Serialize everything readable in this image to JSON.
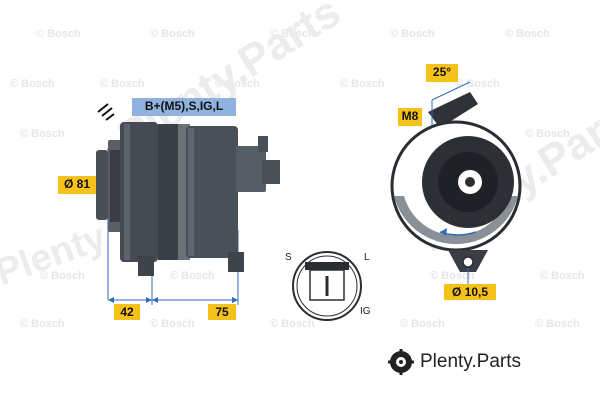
{
  "watermarks": {
    "bosch": "© Bosch",
    "plenty_parts": "Plenty.Parts",
    "plenty": "Plenty"
  },
  "labels": {
    "terminals": "B+(M5),S,IG,L",
    "diameter_pulley": "Ø 81",
    "dim_42": "42",
    "dim_75": "75",
    "angle": "25°",
    "thread": "M8",
    "hole": "Ø 10,5",
    "plug_s": "S",
    "plug_l": "L",
    "plug_ig": "IG"
  },
  "brand": {
    "text": "Plenty.Parts"
  },
  "colors": {
    "yellow": "#f4c21a",
    "blue": "#8fb3dd",
    "dark": "#3f444b"
  }
}
